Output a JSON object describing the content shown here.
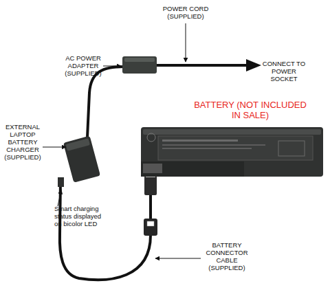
{
  "diagram": {
    "labels": [
      "POWER CORD (SUPPLIED)",
      "AC POWER ADAPTER (SUPPLIED)",
      "CONNECT TO POWER SOCKET",
      "EXTERNAL LAPTOP BATTERY CHARGER (SUPPLIED)",
      "BATTERY (NOT INCLUDED IN SALE)",
      "Smart charging status displayed on bicolor LED",
      "BATTERY CONNECTOR CABLE (SUPPLIED)"
    ]
  }
}
